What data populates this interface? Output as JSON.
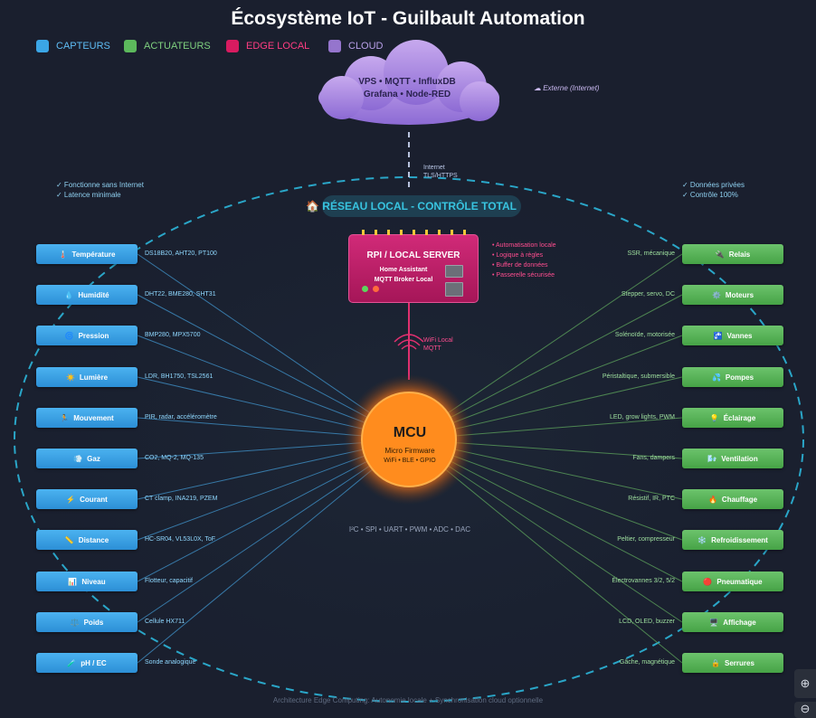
{
  "title": "Écosystème IoT - Guilbault Automation",
  "legend": [
    {
      "label": "CAPTEURS",
      "color": "#3ba6e6"
    },
    {
      "label": "ACTUATEURS",
      "color": "#5cb85c"
    },
    {
      "label": "EDGE LOCAL",
      "color": "#d81b60"
    },
    {
      "label": "CLOUD",
      "color": "#9575cd"
    }
  ],
  "cloud": {
    "line1": "VPS • MQTT • InfluxDB",
    "line2": "Grafana • Node-RED",
    "external_note": "☁ Externe (Internet)",
    "link_line1": "Internet",
    "link_line2": "TLS/HTTPS"
  },
  "notes": {
    "left": [
      "✓ Fonctionne sans Internet",
      "✓ Latence minimale"
    ],
    "right": [
      "✓ Données privées",
      "✓ Contrôle 100%"
    ]
  },
  "local": {
    "icon": "🏠",
    "title": "RÉSEAU LOCAL - CONTRÔLE TOTAL"
  },
  "rpi": {
    "title": "RPI / LOCAL SERVER",
    "line1": "Home Assistant",
    "line2": "MQTT Broker Local",
    "features": [
      "• Automatisation locale",
      "• Logique à règles",
      "• Buffer de données",
      "• Passerelle sécurisée"
    ],
    "wifi_line1": "WiFi Local",
    "wifi_line2": "MQTT"
  },
  "mcu": {
    "title": "MCU",
    "subtitle": "Micro Firmware",
    "features": "WiFi • BLE • GPIO",
    "protocols": "I²C • SPI • UART • PWM • ADC • DAC"
  },
  "sensors": [
    {
      "icon": "🌡️",
      "label": "Température",
      "desc": "DS18B20, AHT20, PT100"
    },
    {
      "icon": "💧",
      "label": "Humidité",
      "desc": "DHT22, BME280, SHT31"
    },
    {
      "icon": "🌀",
      "label": "Pression",
      "desc": "BMP280, MPX5700"
    },
    {
      "icon": "☀️",
      "label": "Lumière",
      "desc": "LDR, BH1750, TSL2561"
    },
    {
      "icon": "🏃",
      "label": "Mouvement",
      "desc": "PIR, radar, accéléromètre"
    },
    {
      "icon": "💨",
      "label": "Gaz",
      "desc": "CO2, MQ-2, MQ-135"
    },
    {
      "icon": "⚡",
      "label": "Courant",
      "desc": "CT clamp, INA219, PZEM"
    },
    {
      "icon": "📏",
      "label": "Distance",
      "desc": "HC-SR04, VL53L0X, ToF"
    },
    {
      "icon": "📊",
      "label": "Niveau",
      "desc": "Flotteur, capacitif"
    },
    {
      "icon": "⚖️",
      "label": "Poids",
      "desc": "Cellule HX711"
    },
    {
      "icon": "🧪",
      "label": "pH / EC",
      "desc": "Sonde analogique"
    }
  ],
  "actuators": [
    {
      "icon": "🔌",
      "label": "Relais",
      "desc": "SSR, mécanique"
    },
    {
      "icon": "⚙️",
      "label": "Moteurs",
      "desc": "Stepper, servo, DC"
    },
    {
      "icon": "🚰",
      "label": "Vannes",
      "desc": "Solénoïde, motorisée"
    },
    {
      "icon": "💦",
      "label": "Pompes",
      "desc": "Péristaltique, submersible"
    },
    {
      "icon": "💡",
      "label": "Éclairage",
      "desc": "LED, grow lights, PWM"
    },
    {
      "icon": "🌬️",
      "label": "Ventilation",
      "desc": "Fans, dampers"
    },
    {
      "icon": "🔥",
      "label": "Chauffage",
      "desc": "Résistif, IR, PTC"
    },
    {
      "icon": "❄️",
      "label": "Refroidissement",
      "desc": "Peltier, compresseur"
    },
    {
      "icon": "🔴",
      "label": "Pneumatique",
      "desc": "Électrovannes 3/2, 5/2"
    },
    {
      "icon": "🖥️",
      "label": "Affichage",
      "desc": "LCD, OLED, buzzer"
    },
    {
      "icon": "🔒",
      "label": "Serrures",
      "desc": "Gâche, magnétique"
    }
  ],
  "footer": "Architecture Edge Computing: Autonomie locale + Synchronisation cloud optionnelle",
  "zoom": {
    "in": "⊕",
    "out": "⊖"
  }
}
